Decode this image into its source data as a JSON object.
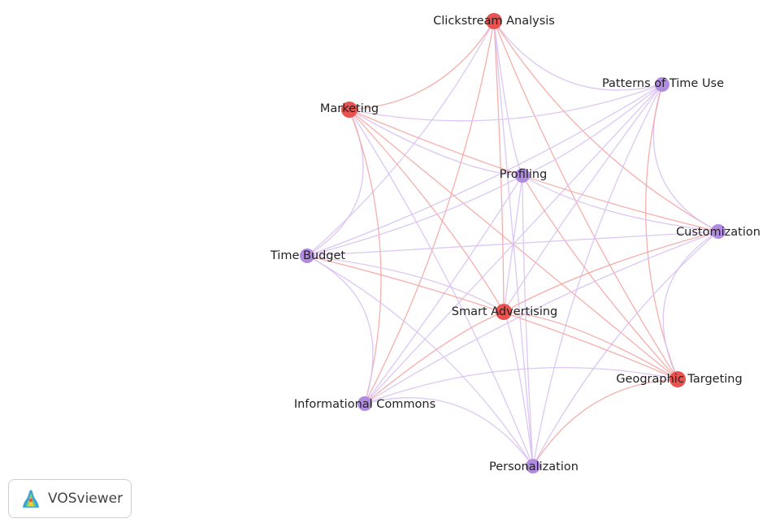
{
  "network": {
    "nodes": [
      {
        "id": "clickstream",
        "label": "Clickstream Analysis",
        "cluster": "red"
      },
      {
        "id": "patterns",
        "label": "Patterns of Time Use",
        "cluster": "purple"
      },
      {
        "id": "marketing",
        "label": "Marketing",
        "cluster": "red"
      },
      {
        "id": "profiling",
        "label": "Profiling",
        "cluster": "purple"
      },
      {
        "id": "customization",
        "label": "Customization",
        "cluster": "purple"
      },
      {
        "id": "timebudget",
        "label": "Time Budget",
        "cluster": "purple"
      },
      {
        "id": "smart",
        "label": "Smart Advertising",
        "cluster": "red"
      },
      {
        "id": "geo",
        "label": "Geographic Targeting",
        "cluster": "red"
      },
      {
        "id": "commons",
        "label": "Informational Commons",
        "cluster": "purple"
      },
      {
        "id": "personalization",
        "label": "Personalization",
        "cluster": "purple"
      }
    ],
    "cluster_colors": {
      "red": "#e8534f",
      "purple": "#b08ce0"
    },
    "edge_colors": {
      "red": "#f4a6a2",
      "purple": "#d8c2f2"
    }
  },
  "brand": {
    "name": "VOSviewer",
    "logo_icon": "vosviewer-logo-icon"
  }
}
